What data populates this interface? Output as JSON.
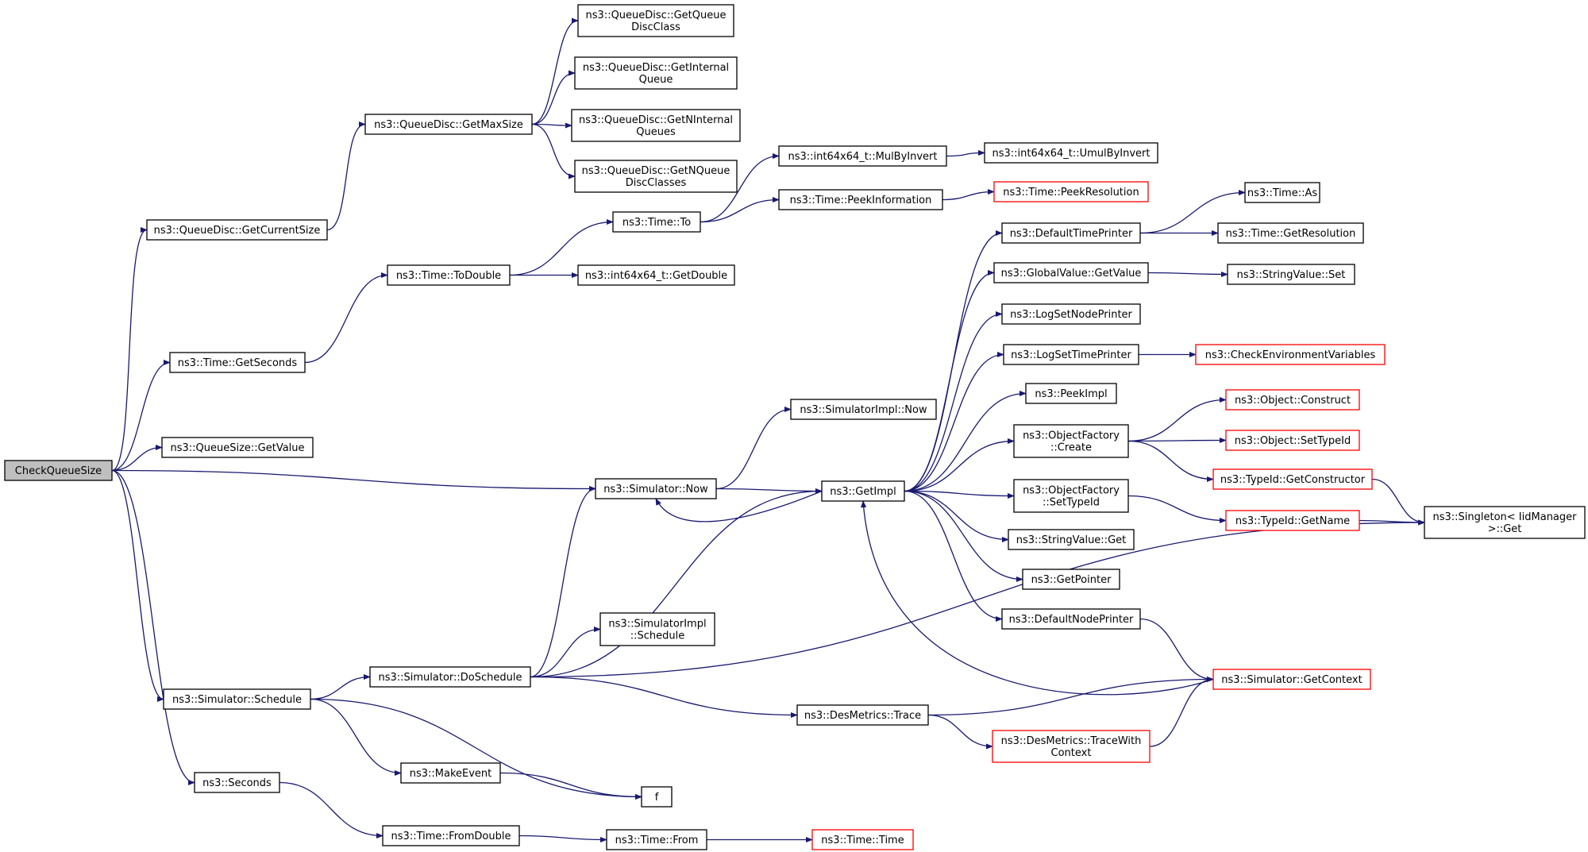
{
  "diagram": {
    "kind": "call graph",
    "colors": {
      "edge": "#191970",
      "node_border": "#000000",
      "truncated_border": "#ff0000",
      "root_fill": "#bfbfbf"
    },
    "nodes": [
      {
        "id": "checkqueuesize",
        "lines": [
          "CheckQueueSize"
        ],
        "root": true
      },
      {
        "id": "getcurrentsize",
        "lines": [
          "ns3::QueueDisc::GetCurrentSize"
        ]
      },
      {
        "id": "getmaxsize",
        "lines": [
          "ns3::QueueDisc::GetMaxSize"
        ]
      },
      {
        "id": "getqueuedisclass",
        "lines": [
          "ns3::QueueDisc::GetQueue",
          "DiscClass"
        ]
      },
      {
        "id": "getinternalqueue",
        "lines": [
          "ns3::QueueDisc::GetInternal",
          "Queue"
        ]
      },
      {
        "id": "getninternalqueues",
        "lines": [
          "ns3::QueueDisc::GetNInternal",
          "Queues"
        ]
      },
      {
        "id": "getnqueuedisclasses",
        "lines": [
          "ns3::QueueDisc::GetNQueue",
          "DiscClasses"
        ]
      },
      {
        "id": "getseconds",
        "lines": [
          "ns3::Time::GetSeconds"
        ]
      },
      {
        "id": "todouble",
        "lines": [
          "ns3::Time::ToDouble"
        ]
      },
      {
        "id": "timeto",
        "lines": [
          "ns3::Time::To"
        ]
      },
      {
        "id": "getdouble",
        "lines": [
          "ns3::int64x64_t::GetDouble"
        ]
      },
      {
        "id": "mulbyinvert",
        "lines": [
          "ns3::int64x64_t::MulByInvert"
        ]
      },
      {
        "id": "umulbyinvert",
        "lines": [
          "ns3::int64x64_t::UmulByInvert"
        ]
      },
      {
        "id": "peekinformation",
        "lines": [
          "ns3::Time::PeekInformation"
        ]
      },
      {
        "id": "peekresolution",
        "lines": [
          "ns3::Time::PeekResolution"
        ],
        "truncated": true
      },
      {
        "id": "queuesizegetvalue",
        "lines": [
          "ns3::QueueSize::GetValue"
        ]
      },
      {
        "id": "simulatornow",
        "lines": [
          "ns3::Simulator::Now"
        ]
      },
      {
        "id": "simulatorimplnow",
        "lines": [
          "ns3::SimulatorImpl::Now"
        ]
      },
      {
        "id": "getimpl",
        "lines": [
          "ns3::GetImpl"
        ]
      },
      {
        "id": "defaulttimeprinter",
        "lines": [
          "ns3::DefaultTimePrinter"
        ]
      },
      {
        "id": "timeas",
        "lines": [
          "ns3::Time::As"
        ]
      },
      {
        "id": "getresolution",
        "lines": [
          "ns3::Time::GetResolution"
        ]
      },
      {
        "id": "globalvaluegetvalue",
        "lines": [
          "ns3::GlobalValue::GetValue"
        ]
      },
      {
        "id": "stringvalueset",
        "lines": [
          "ns3::StringValue::Set"
        ]
      },
      {
        "id": "logsetnodeprinter",
        "lines": [
          "ns3::LogSetNodePrinter"
        ]
      },
      {
        "id": "logsettimeprinter",
        "lines": [
          "ns3::LogSetTimePrinter"
        ]
      },
      {
        "id": "checkenv",
        "lines": [
          "ns3::CheckEnvironmentVariables"
        ],
        "truncated": true
      },
      {
        "id": "peekimpl",
        "lines": [
          "ns3::PeekImpl"
        ]
      },
      {
        "id": "objectfactorycreate",
        "lines": [
          "ns3::ObjectFactory",
          "::Create"
        ]
      },
      {
        "id": "objectconstruct",
        "lines": [
          "ns3::Object::Construct"
        ],
        "truncated": true
      },
      {
        "id": "objectsettypeid",
        "lines": [
          "ns3::Object::SetTypeId"
        ],
        "truncated": true
      },
      {
        "id": "typeidgetconstructor",
        "lines": [
          "ns3::TypeId::GetConstructor"
        ],
        "truncated": true
      },
      {
        "id": "objectfactorysettypeid",
        "lines": [
          "ns3::ObjectFactory",
          "::SetTypeId"
        ]
      },
      {
        "id": "typeidgetname",
        "lines": [
          "ns3::TypeId::GetName"
        ],
        "truncated": true
      },
      {
        "id": "singletonget",
        "lines": [
          "ns3::Singleton< IidManager",
          ">::Get"
        ]
      },
      {
        "id": "stringvalueget",
        "lines": [
          "ns3::StringValue::Get"
        ]
      },
      {
        "id": "getpointer",
        "lines": [
          "ns3::GetPointer"
        ]
      },
      {
        "id": "defaultnodeprinter",
        "lines": [
          "ns3::DefaultNodePrinter"
        ]
      },
      {
        "id": "simulatorimplschedule",
        "lines": [
          "ns3::SimulatorImpl",
          "::Schedule"
        ]
      },
      {
        "id": "simulatorschedule",
        "lines": [
          "ns3::Simulator::Schedule"
        ]
      },
      {
        "id": "doschedule",
        "lines": [
          "ns3::Simulator::DoSchedule"
        ]
      },
      {
        "id": "getcontext",
        "lines": [
          "ns3::Simulator::GetContext"
        ],
        "truncated": true
      },
      {
        "id": "desmetricstrace",
        "lines": [
          "ns3::DesMetrics::Trace"
        ]
      },
      {
        "id": "tracewithcontext",
        "lines": [
          "ns3::DesMetrics::TraceWith",
          "Context"
        ],
        "truncated": true
      },
      {
        "id": "makeevent",
        "lines": [
          "ns3::MakeEvent"
        ]
      },
      {
        "id": "f",
        "lines": [
          "f"
        ]
      },
      {
        "id": "seconds",
        "lines": [
          "ns3::Seconds"
        ]
      },
      {
        "id": "fromdouble",
        "lines": [
          "ns3::Time::FromDouble"
        ]
      },
      {
        "id": "timefrom",
        "lines": [
          "ns3::Time::From"
        ]
      },
      {
        "id": "timetime",
        "lines": [
          "ns3::Time::Time"
        ],
        "truncated": true
      }
    ],
    "edges": [
      [
        "checkqueuesize",
        "getcurrentsize"
      ],
      [
        "checkqueuesize",
        "getseconds"
      ],
      [
        "checkqueuesize",
        "queuesizegetvalue"
      ],
      [
        "checkqueuesize",
        "simulatornow"
      ],
      [
        "checkqueuesize",
        "simulatorschedule"
      ],
      [
        "checkqueuesize",
        "seconds"
      ],
      [
        "getcurrentsize",
        "getmaxsize"
      ],
      [
        "getmaxsize",
        "getqueuedisclass"
      ],
      [
        "getmaxsize",
        "getinternalqueue"
      ],
      [
        "getmaxsize",
        "getninternalqueues"
      ],
      [
        "getmaxsize",
        "getnqueuedisclasses"
      ],
      [
        "getseconds",
        "todouble"
      ],
      [
        "todouble",
        "timeto"
      ],
      [
        "todouble",
        "getdouble"
      ],
      [
        "timeto",
        "mulbyinvert"
      ],
      [
        "timeto",
        "peekinformation"
      ],
      [
        "mulbyinvert",
        "umulbyinvert"
      ],
      [
        "peekinformation",
        "peekresolution"
      ],
      [
        "simulatornow",
        "simulatorimplnow"
      ],
      [
        "simulatornow",
        "getimpl"
      ],
      [
        "getimpl",
        "defaulttimeprinter"
      ],
      [
        "getimpl",
        "globalvaluegetvalue"
      ],
      [
        "getimpl",
        "logsetnodeprinter"
      ],
      [
        "getimpl",
        "logsettimeprinter"
      ],
      [
        "getimpl",
        "peekimpl"
      ],
      [
        "getimpl",
        "objectfactorycreate"
      ],
      [
        "getimpl",
        "objectfactorysettypeid"
      ],
      [
        "getimpl",
        "stringvalueget"
      ],
      [
        "getimpl",
        "getpointer"
      ],
      [
        "getimpl",
        "defaultnodeprinter"
      ],
      [
        "getimpl",
        "simulatornow"
      ],
      [
        "defaulttimeprinter",
        "timeas"
      ],
      [
        "defaulttimeprinter",
        "getresolution"
      ],
      [
        "globalvaluegetvalue",
        "stringvalueset"
      ],
      [
        "logsettimeprinter",
        "checkenv"
      ],
      [
        "objectfactorycreate",
        "objectconstruct"
      ],
      [
        "objectfactorycreate",
        "objectsettypeid"
      ],
      [
        "objectfactorycreate",
        "typeidgetconstructor"
      ],
      [
        "typeidgetconstructor",
        "singletonget"
      ],
      [
        "objectfactorysettypeid",
        "typeidgetname"
      ],
      [
        "typeidgetname",
        "singletonget"
      ],
      [
        "defaultnodeprinter",
        "getcontext"
      ],
      [
        "getcontext",
        "getimpl"
      ],
      [
        "simulatorschedule",
        "doschedule"
      ],
      [
        "simulatorschedule",
        "makeevent"
      ],
      [
        "simulatorschedule",
        "f"
      ],
      [
        "doschedule",
        "simulatornow"
      ],
      [
        "doschedule",
        "simulatorimplschedule"
      ],
      [
        "doschedule",
        "getimpl"
      ],
      [
        "doschedule",
        "desmetricstrace"
      ],
      [
        "doschedule",
        "singletonget"
      ],
      [
        "desmetricstrace",
        "getcontext"
      ],
      [
        "desmetricstrace",
        "tracewithcontext"
      ],
      [
        "tracewithcontext",
        "getcontext"
      ],
      [
        "makeevent",
        "f"
      ],
      [
        "seconds",
        "fromdouble"
      ],
      [
        "fromdouble",
        "timefrom"
      ],
      [
        "timefrom",
        "timetime"
      ]
    ]
  }
}
